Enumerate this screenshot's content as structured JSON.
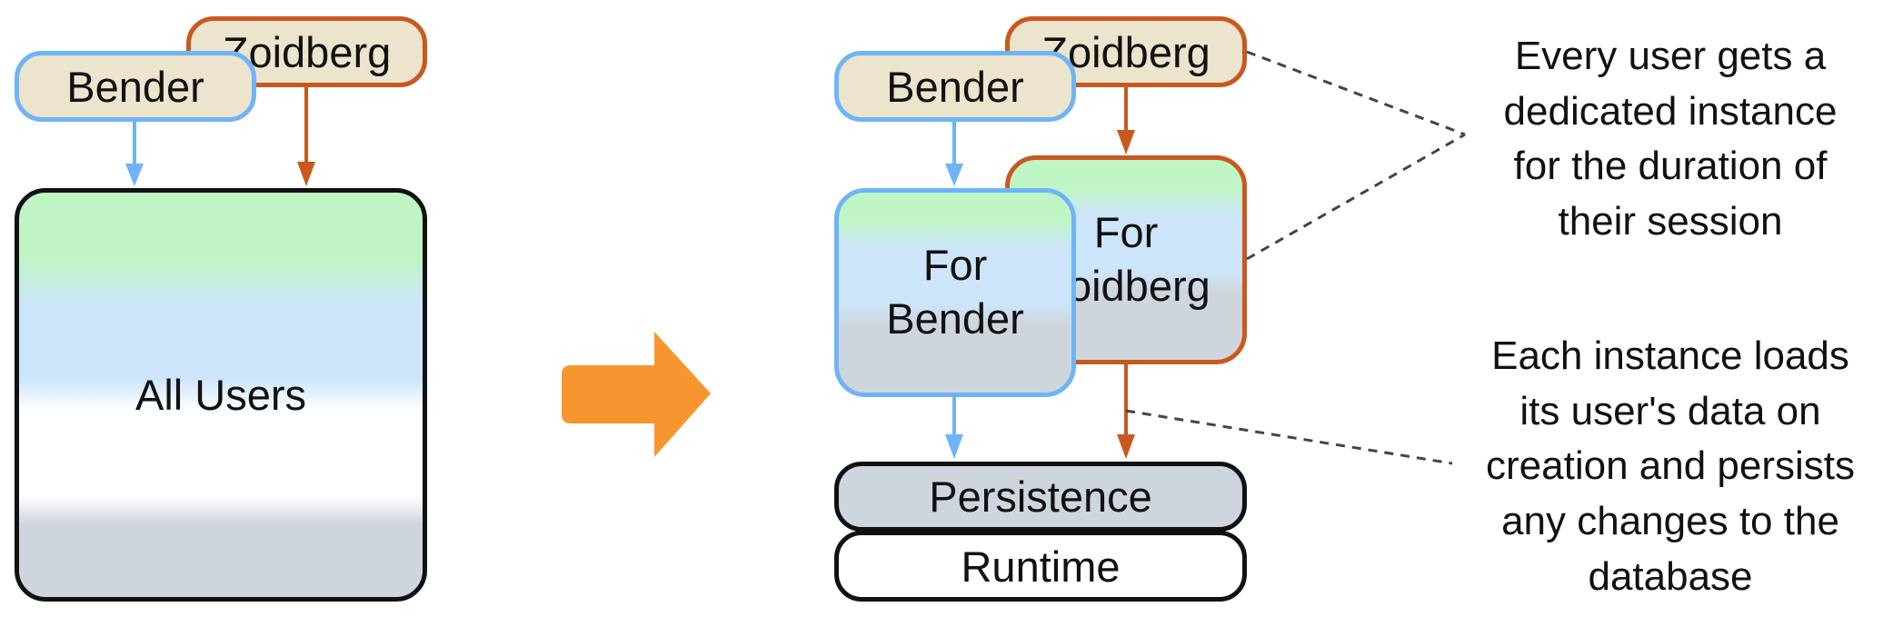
{
  "left": {
    "zoidberg_label": "Zoidberg",
    "bender_label": "Bender",
    "all_users_label": "All Users"
  },
  "right": {
    "zoidberg_label": "Zoidberg",
    "bender_label": "Bender",
    "for_zoidberg_lines": [
      "For",
      "Zoidberg"
    ],
    "for_bender_lines": [
      "For",
      "Bender"
    ],
    "persistence_label": "Persistence",
    "runtime_label": "Runtime"
  },
  "notes": {
    "top_lines": [
      "Every user gets a",
      "dedicated instance",
      "for the duration of",
      "their session"
    ],
    "bottom_lines": [
      "Each instance loads",
      "its user's data on",
      "creation and persists",
      "any changes to the",
      "database"
    ]
  },
  "colors": {
    "bender_border": "#6fb4f6",
    "zoidberg_border": "#c9581e",
    "pill_fill": "#ece4cc",
    "transition_arrow": "#f7962f",
    "band_green": "#bff5c5",
    "band_blue": "#cce5fa",
    "band_gray": "#cfd5dc"
  }
}
